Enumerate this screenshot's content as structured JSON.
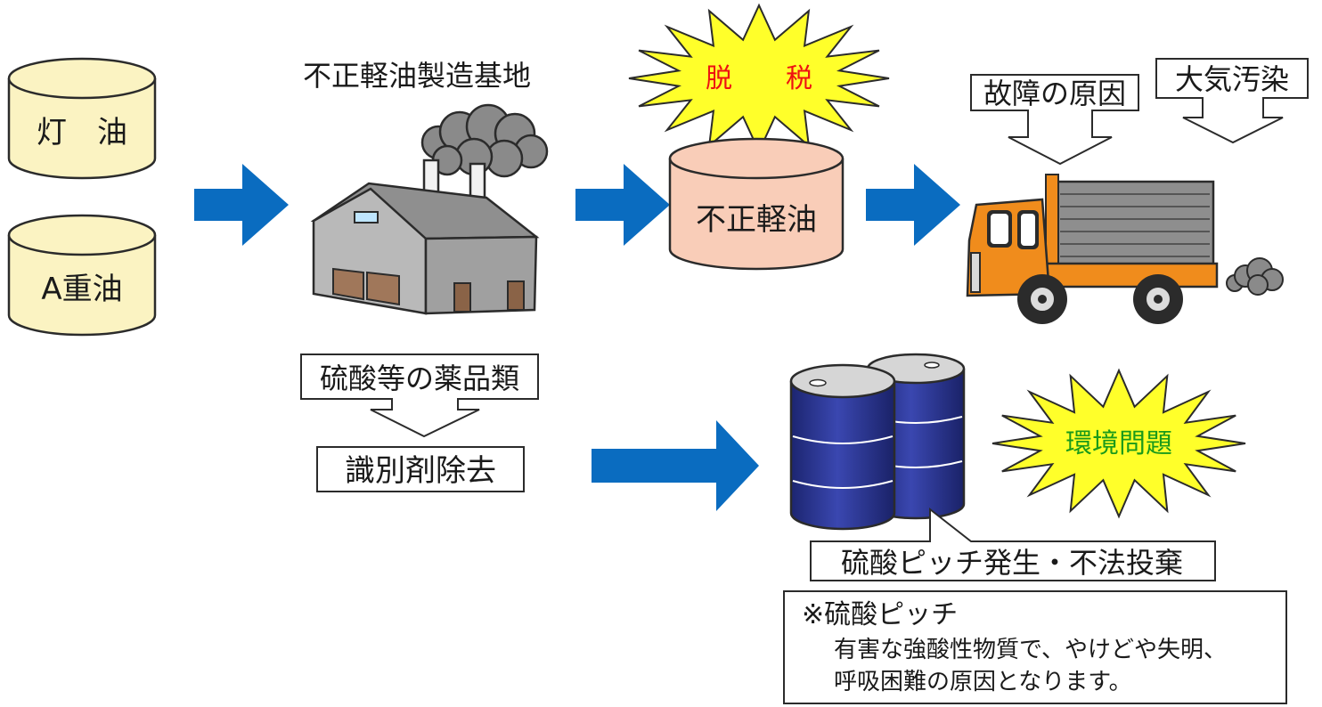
{
  "inputs": {
    "kerosene": "灯　油",
    "heavy_oil_a": "A重油"
  },
  "factory": {
    "title": "不正軽油製造基地"
  },
  "tax_evasion": {
    "label": "脱　　税",
    "color": "#ee1111"
  },
  "product": {
    "label": "不正軽油"
  },
  "truck_effects": {
    "breakdown": "故障の原因",
    "air_pollution": "大気汚染"
  },
  "chemicals": {
    "label": "硫酸等の薬品類",
    "process": "識別剤除去"
  },
  "environment": {
    "label": "環境問題",
    "color": "#1a9a1a"
  },
  "pitch": {
    "label": "硫酸ピッチ発生・不法投棄"
  },
  "note": {
    "title": "※硫酸ピッチ",
    "line1": "有害な強酸性物質で、やけどや失明、",
    "line2": "呼吸困難の原因となります。"
  },
  "colors": {
    "arrow": "#0a6cc0",
    "tank_yellow": "#fbf3c2",
    "tank_pink": "#f9cdb8",
    "burst": "#ffff2a",
    "drum": "#2a3590",
    "truck": "#f08c1c"
  }
}
